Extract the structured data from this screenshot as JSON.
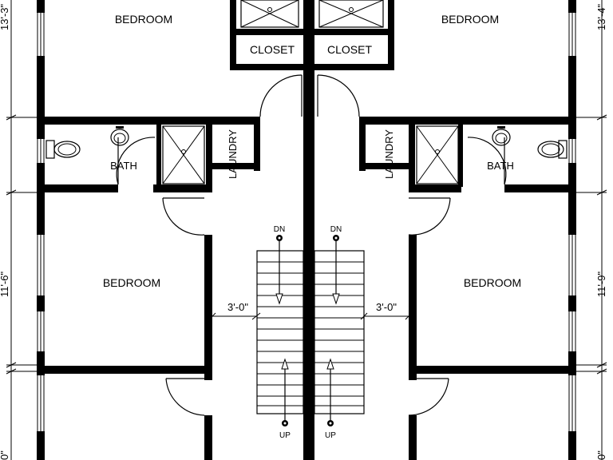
{
  "plan": {
    "rooms": {
      "bedroom_top_left": "BEDROOM",
      "bedroom_top_right": "BEDROOM",
      "bedroom_mid_left": "BEDROOM",
      "bedroom_mid_right": "BEDROOM",
      "closet_left": "CLOSET",
      "closet_right": "CLOSET",
      "bath_left": "BATH",
      "bath_right": "BATH",
      "laundry_left": "LAUNDRY",
      "laundry_right": "LAUNDRY"
    },
    "stairs": {
      "down_left": "DN",
      "down_right": "DN",
      "up_left": "UP",
      "up_right": "UP"
    },
    "dimensions": {
      "left_top": "13'-3\"",
      "left_mid": "11'-6\"",
      "left_bottom": "0\"",
      "right_top": "13'-4\"",
      "right_mid": "11'-9\"",
      "right_bottom": "0\"",
      "hall_left": "3'-0\"",
      "hall_right": "3'-0\""
    }
  }
}
